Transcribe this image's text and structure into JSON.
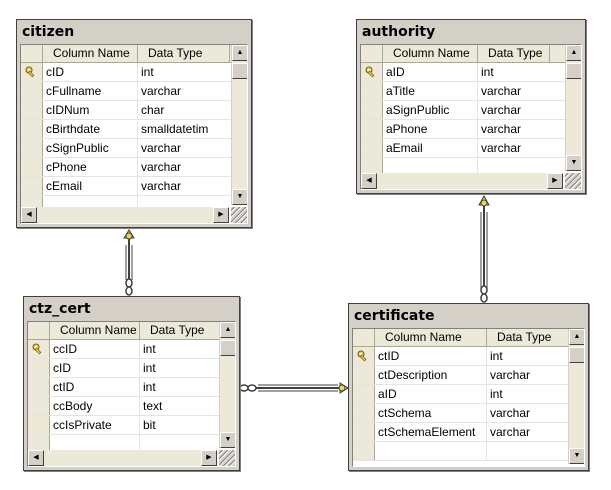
{
  "diagram": {
    "header_labels": {
      "column_name": "Column Name",
      "data_type": "Data Type"
    },
    "icons": {
      "primary_key": "key-icon",
      "relationship_key_end": "key-icon",
      "relationship_many_end": "infinity-icon"
    },
    "colors": {
      "frame": "#d4d0c8",
      "header": "#ece9d8",
      "key": "#f2d15a",
      "line": "#404040"
    },
    "tables": [
      {
        "id": "citizen",
        "name": "citizen",
        "columns": [
          {
            "name": "cID",
            "type": "int",
            "pk": true
          },
          {
            "name": "cFullname",
            "type": "varchar",
            "pk": false
          },
          {
            "name": "cIDNum",
            "type": "char",
            "pk": false
          },
          {
            "name": "cBirthdate",
            "type": "smalldatetim",
            "pk": false
          },
          {
            "name": "cSignPublic",
            "type": "varchar",
            "pk": false
          },
          {
            "name": "cPhone",
            "type": "varchar",
            "pk": false
          },
          {
            "name": "cEmail",
            "type": "varchar",
            "pk": false
          }
        ]
      },
      {
        "id": "authority",
        "name": "authority",
        "columns": [
          {
            "name": "aID",
            "type": "int",
            "pk": true
          },
          {
            "name": "aTitle",
            "type": "varchar",
            "pk": false
          },
          {
            "name": "aSignPublic",
            "type": "varchar",
            "pk": false
          },
          {
            "name": "aPhone",
            "type": "varchar",
            "pk": false
          },
          {
            "name": "aEmail",
            "type": "varchar",
            "pk": false
          }
        ]
      },
      {
        "id": "ctz_cert",
        "name": "ctz_cert",
        "columns": [
          {
            "name": "ccID",
            "type": "int",
            "pk": true
          },
          {
            "name": "cID",
            "type": "int",
            "pk": false
          },
          {
            "name": "ctID",
            "type": "int",
            "pk": false
          },
          {
            "name": "ccBody",
            "type": "text",
            "pk": false
          },
          {
            "name": "ccIsPrivate",
            "type": "bit",
            "pk": false
          }
        ]
      },
      {
        "id": "certificate",
        "name": "certificate",
        "columns": [
          {
            "name": "ctID",
            "type": "int",
            "pk": true
          },
          {
            "name": "ctDescription",
            "type": "varchar",
            "pk": false
          },
          {
            "name": "aID",
            "type": "int",
            "pk": false
          },
          {
            "name": "ctSchema",
            "type": "varchar",
            "pk": false
          },
          {
            "name": "ctSchemaElement",
            "type": "varchar",
            "pk": false
          }
        ]
      }
    ],
    "relationships": [
      {
        "from_table": "citizen",
        "to_table": "ctz_cert"
      },
      {
        "from_table": "authority",
        "to_table": "certificate"
      },
      {
        "from_table": "certificate",
        "to_table": "ctz_cert"
      }
    ]
  }
}
